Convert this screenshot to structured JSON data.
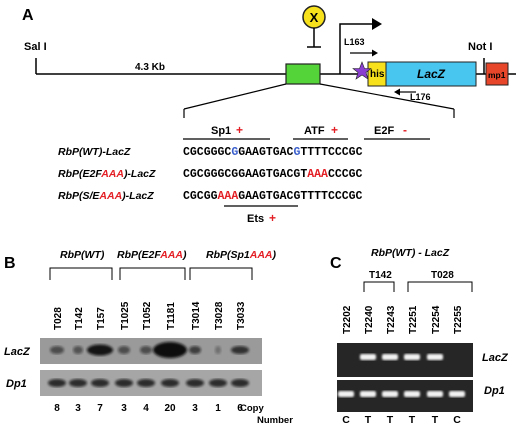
{
  "colors": {
    "red": "#e31e24",
    "blue": "#3a5fcd",
    "green": "#55d43a",
    "yellow": "#f7e11c",
    "lacz": "#48c6f0",
    "purple": "#8a3fd0",
    "mp1": "#e8462a",
    "gel": "#222"
  },
  "panelA": {
    "label": "A",
    "sal": "Sal I",
    "not": "Not I",
    "kb": "4.3 Kb",
    "x": "X",
    "his": "his",
    "lacz": "LacZ",
    "mp1": "mp1",
    "l163": "L163",
    "l176": "L176",
    "sp1": "Sp1",
    "atf": "ATF",
    "e2f": "E2F",
    "ets": "Ets",
    "plus": "+",
    "minus": "-",
    "rows": [
      {
        "pre": "RbP(",
        "mid": "WT",
        "post": ")-LacZ",
        "seq": [
          {
            "t": "CGCGGG"
          },
          {
            "t": "C"
          },
          {
            "t": "G",
            "c": "blue"
          },
          {
            "t": "GAAGTGAC"
          },
          {
            "t": "G",
            "c": "blue"
          },
          {
            "t": "TTTTCCCGC"
          }
        ]
      },
      {
        "pre": "RbP(E2F",
        "mid": "AAA",
        "post": ")-LacZ",
        "seq": [
          {
            "t": "CGCGGGCGGAAGTGACGT"
          },
          {
            "t": "AAA",
            "c": "red"
          },
          {
            "t": "CCCGC"
          }
        ]
      },
      {
        "pre": "RbP(S/E",
        "mid": "AAA",
        "post": ")-LacZ",
        "seq": [
          {
            "t": "CGCGG"
          },
          {
            "t": "AAA",
            "c": "red"
          },
          {
            "t": "GAAGTGACGTTTTCCCGC"
          }
        ]
      }
    ]
  },
  "panelB": {
    "label": "B",
    "g1": "RbP(WT)",
    "g2pre": "RbP(E2F",
    "g2mid": "AAA",
    "g2post": ")",
    "g3pre": "RbP(Sp1",
    "g3mid": "AAA",
    "g3post": ")",
    "lanes": [
      "T028",
      "T142",
      "T157",
      "T1025",
      "T1052",
      "T1181",
      "T3014",
      "T3028",
      "T3033"
    ],
    "lacz": "LacZ",
    "dp1": "Dp1",
    "copies": [
      "8",
      "3",
      "7",
      "3",
      "4",
      "20",
      "3",
      "1",
      "6"
    ],
    "copy_label": "Copy",
    "number_label": "Number"
  },
  "panelC": {
    "label": "C",
    "title": "RbP(WT) - LacZ",
    "t142": "T142",
    "t028": "T028",
    "lanes": [
      "T2202",
      "T2240",
      "T2243",
      "T2251",
      "T2254",
      "T2255"
    ],
    "marks": [
      "C",
      "T",
      "T",
      "T",
      "T",
      "C"
    ],
    "lacz": "LacZ",
    "dp1": "Dp1"
  }
}
